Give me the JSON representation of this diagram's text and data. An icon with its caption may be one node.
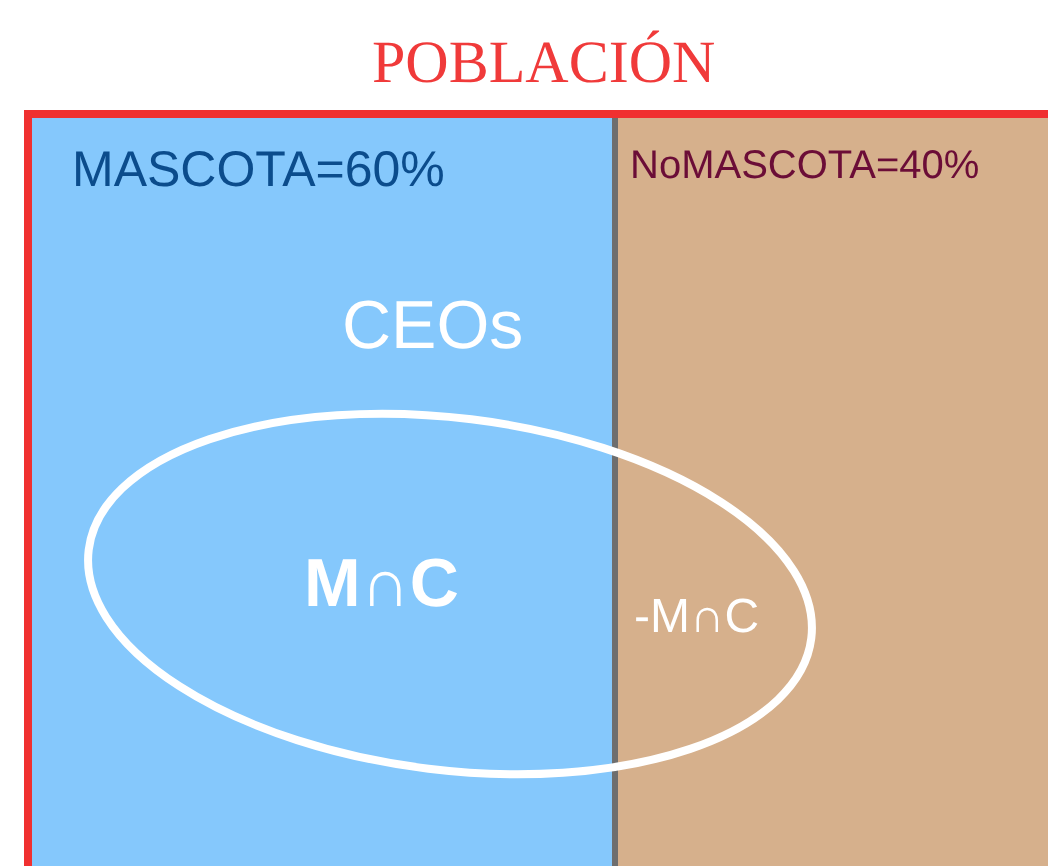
{
  "diagram": {
    "nodes": [
      {
        "text": [
          "POBLACIÓN"
        ]
      },
      {
        "text": [
          "MASCOTA=60%"
        ],
        "in": 0
      },
      {
        "text": [
          "NoMASCOTA=40%"
        ],
        "in": 0
      },
      {
        "text": [
          "M∩C",
          "-M∩C"
        ],
        "in": 0
      }
    ],
    "edges": [],
    "labels": [
      "CEOs"
    ]
  }
}
